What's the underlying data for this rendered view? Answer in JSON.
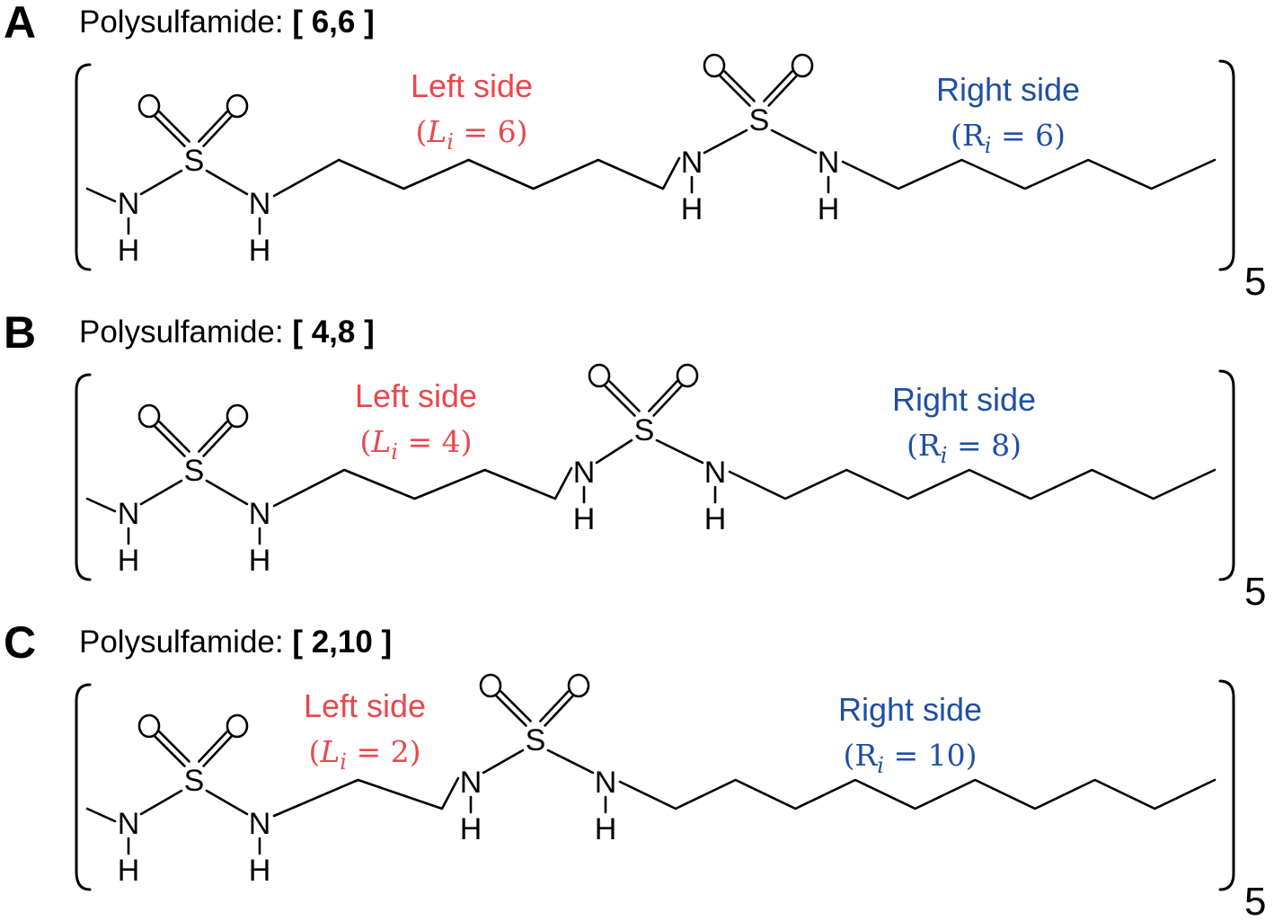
{
  "colors": {
    "left": "#e8484d",
    "right": "#1f4fa3",
    "ink": "#000000"
  },
  "atoms": {
    "oxygen": "O",
    "sulfur": "S",
    "nitrogen": "N",
    "hydrogen": "H"
  },
  "panels": [
    {
      "letter": "A",
      "heading_prefix": "Polysulfamide: ",
      "heading_value": "[ 6,6 ]",
      "left_label": "Left side",
      "left_sym": "L",
      "left_sub": "i",
      "left_value": "6",
      "right_label": "Right side",
      "right_sym": "R",
      "right_sub": "i",
      "right_value": "6",
      "repeat_count": "5"
    },
    {
      "letter": "B",
      "heading_prefix": "Polysulfamide: ",
      "heading_value": "[ 4,8 ]",
      "left_label": "Left side",
      "left_sym": "L",
      "left_sub": "i",
      "left_value": "4",
      "right_label": "Right side",
      "right_sym": "R",
      "right_sub": "i",
      "right_value": "8",
      "repeat_count": "5"
    },
    {
      "letter": "C",
      "heading_prefix": "Polysulfamide: ",
      "heading_value": "[ 2,10 ]",
      "left_label": "Left side",
      "left_sym": "L",
      "left_sub": "i",
      "left_value": "2",
      "right_label": "Right side",
      "right_sym": "R",
      "right_sub": "i",
      "right_value": "10",
      "repeat_count": "5"
    }
  ]
}
